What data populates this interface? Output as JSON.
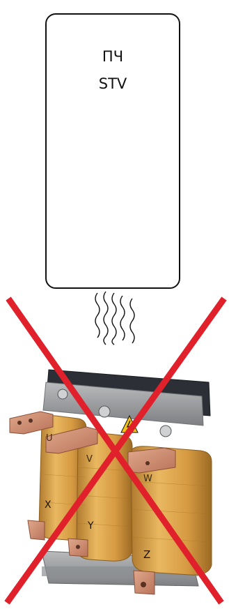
{
  "device": {
    "line1": "ПЧ",
    "line2": "STV"
  },
  "reactor": {
    "terminal_letters": [
      "U",
      "V",
      "W",
      "X",
      "Y",
      "Z"
    ]
  },
  "colors": {
    "outline": "#111111",
    "cross": "#e0202a",
    "copper": "#c98a6a",
    "coil": "#d9a04a",
    "core": "#2c3036",
    "frame": "#9a9c9e",
    "warning": "#f2c417"
  }
}
